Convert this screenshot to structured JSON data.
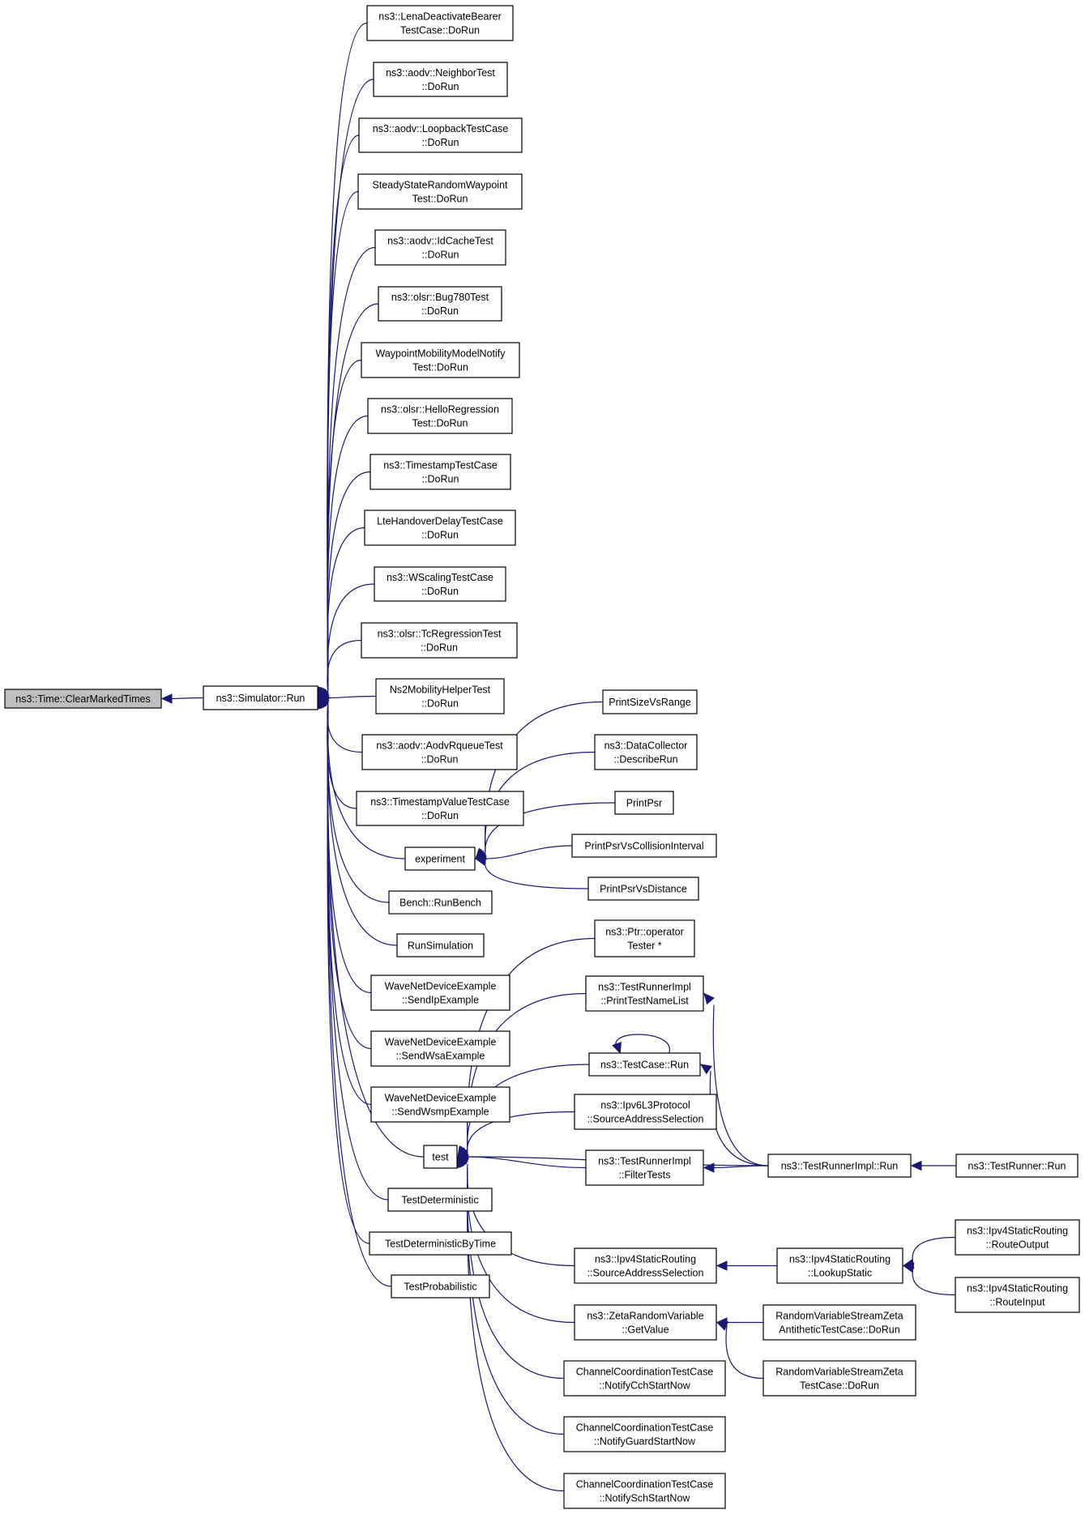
{
  "graph": {
    "nodes": [
      {
        "id": "clear",
        "lines": [
          "ns3::Time::ClearMarkedTimes"
        ]
      },
      {
        "id": "simrun",
        "lines": [
          "ns3::Simulator::Run"
        ]
      },
      {
        "id": "lena",
        "lines": [
          "ns3::LenaDeactivateBearer",
          "TestCase::DoRun"
        ]
      },
      {
        "id": "neigh",
        "lines": [
          "ns3::aodv::NeighborTest",
          "::DoRun"
        ]
      },
      {
        "id": "loop",
        "lines": [
          "ns3::aodv::LoopbackTestCase",
          "::DoRun"
        ]
      },
      {
        "id": "steady",
        "lines": [
          "SteadyStateRandomWaypoint",
          "Test::DoRun"
        ]
      },
      {
        "id": "idcache",
        "lines": [
          "ns3::aodv::IdCacheTest",
          "::DoRun"
        ]
      },
      {
        "id": "bug780",
        "lines": [
          "ns3::olsr::Bug780Test",
          "::DoRun"
        ]
      },
      {
        "id": "waypoint",
        "lines": [
          "WaypointMobilityModelNotify",
          "Test::DoRun"
        ]
      },
      {
        "id": "hello",
        "lines": [
          "ns3::olsr::HelloRegression",
          "Test::DoRun"
        ]
      },
      {
        "id": "tstamp",
        "lines": [
          "ns3::TimestampTestCase",
          "::DoRun"
        ]
      },
      {
        "id": "lteho",
        "lines": [
          "LteHandoverDelayTestCase",
          "::DoRun"
        ]
      },
      {
        "id": "wscale",
        "lines": [
          "ns3::WScalingTestCase",
          "::DoRun"
        ]
      },
      {
        "id": "tcreg",
        "lines": [
          "ns3::olsr::TcRegressionTest",
          "::DoRun"
        ]
      },
      {
        "id": "ns2mob",
        "lines": [
          "Ns2MobilityHelperTest",
          "::DoRun"
        ]
      },
      {
        "id": "rqueue",
        "lines": [
          "ns3::aodv::AodvRqueueTest",
          "::DoRun"
        ]
      },
      {
        "id": "tsval",
        "lines": [
          "ns3::TimestampValueTestCase",
          "::DoRun"
        ]
      },
      {
        "id": "experiment",
        "lines": [
          "experiment"
        ]
      },
      {
        "id": "bench",
        "lines": [
          "Bench::RunBench"
        ]
      },
      {
        "id": "runsim",
        "lines": [
          "RunSimulation"
        ]
      },
      {
        "id": "wnd_ip",
        "lines": [
          "WaveNetDeviceExample",
          "::SendIpExample"
        ]
      },
      {
        "id": "wnd_wsa",
        "lines": [
          "WaveNetDeviceExample",
          "::SendWsaExample"
        ]
      },
      {
        "id": "wnd_wsmp",
        "lines": [
          "WaveNetDeviceExample",
          "::SendWsmpExample"
        ]
      },
      {
        "id": "test",
        "lines": [
          "test"
        ]
      },
      {
        "id": "tdet",
        "lines": [
          "TestDeterministic"
        ]
      },
      {
        "id": "tdettime",
        "lines": [
          "TestDeterministicByTime"
        ]
      },
      {
        "id": "tprob",
        "lines": [
          "TestProbabilistic"
        ]
      },
      {
        "id": "psvr",
        "lines": [
          "PrintSizeVsRange"
        ]
      },
      {
        "id": "dcdesc",
        "lines": [
          "ns3::DataCollector",
          "::DescribeRun"
        ]
      },
      {
        "id": "ppsr",
        "lines": [
          "PrintPsr"
        ]
      },
      {
        "id": "ppsrci",
        "lines": [
          "PrintPsrVsCollisionInterval"
        ]
      },
      {
        "id": "ppsrd",
        "lines": [
          "PrintPsrVsDistance"
        ]
      },
      {
        "id": "ptrop",
        "lines": [
          "ns3::Ptr::operator",
          "Tester *"
        ]
      },
      {
        "id": "trprint",
        "lines": [
          "ns3::TestRunnerImpl",
          "::PrintTestNameList"
        ]
      },
      {
        "id": "tcrun",
        "lines": [
          "ns3::TestCase::Run"
        ]
      },
      {
        "id": "ipv6src",
        "lines": [
          "ns3::Ipv6L3Protocol",
          "::SourceAddressSelection"
        ]
      },
      {
        "id": "trfilter",
        "lines": [
          "ns3::TestRunnerImpl",
          "::FilterTests"
        ]
      },
      {
        "id": "trirun",
        "lines": [
          "ns3::TestRunnerImpl::Run"
        ]
      },
      {
        "id": "trrun",
        "lines": [
          "ns3::TestRunner::Run"
        ]
      },
      {
        "id": "ipv4src",
        "lines": [
          "ns3::Ipv4StaticRouting",
          "::SourceAddressSelection"
        ]
      },
      {
        "id": "lookup",
        "lines": [
          "ns3::Ipv4StaticRouting",
          "::LookupStatic"
        ]
      },
      {
        "id": "routeout",
        "lines": [
          "ns3::Ipv4StaticRouting",
          "::RouteOutput"
        ]
      },
      {
        "id": "routein",
        "lines": [
          "ns3::Ipv4StaticRouting",
          "::RouteInput"
        ]
      },
      {
        "id": "zeta",
        "lines": [
          "ns3::ZetaRandomVariable",
          "::GetValue"
        ]
      },
      {
        "id": "rvsza",
        "lines": [
          "RandomVariableStreamZeta",
          "AntitheticTestCase::DoRun"
        ]
      },
      {
        "id": "rvsz",
        "lines": [
          "RandomVariableStreamZeta",
          "TestCase::DoRun"
        ]
      },
      {
        "id": "ccch",
        "lines": [
          "ChannelCoordinationTestCase",
          "::NotifyCchStartNow"
        ]
      },
      {
        "id": "ccguard",
        "lines": [
          "ChannelCoordinationTestCase",
          "::NotifyGuardStartNow"
        ]
      },
      {
        "id": "ccsch",
        "lines": [
          "ChannelCoordinationTestCase",
          "::NotifySchStartNow"
        ]
      }
    ],
    "edges": [
      [
        "simrun",
        "clear"
      ],
      [
        "lena",
        "simrun"
      ],
      [
        "neigh",
        "simrun"
      ],
      [
        "loop",
        "simrun"
      ],
      [
        "steady",
        "simrun"
      ],
      [
        "idcache",
        "simrun"
      ],
      [
        "bug780",
        "simrun"
      ],
      [
        "waypoint",
        "simrun"
      ],
      [
        "hello",
        "simrun"
      ],
      [
        "tstamp",
        "simrun"
      ],
      [
        "lteho",
        "simrun"
      ],
      [
        "wscale",
        "simrun"
      ],
      [
        "tcreg",
        "simrun"
      ],
      [
        "ns2mob",
        "simrun"
      ],
      [
        "rqueue",
        "simrun"
      ],
      [
        "tsval",
        "simrun"
      ],
      [
        "experiment",
        "simrun"
      ],
      [
        "bench",
        "simrun"
      ],
      [
        "runsim",
        "simrun"
      ],
      [
        "wnd_ip",
        "simrun"
      ],
      [
        "wnd_wsa",
        "simrun"
      ],
      [
        "wnd_wsmp",
        "simrun"
      ],
      [
        "test",
        "simrun"
      ],
      [
        "tdet",
        "simrun"
      ],
      [
        "tdettime",
        "simrun"
      ],
      [
        "tprob",
        "simrun"
      ],
      [
        "psvr",
        "experiment"
      ],
      [
        "dcdesc",
        "experiment"
      ],
      [
        "ppsr",
        "experiment"
      ],
      [
        "ppsrci",
        "experiment"
      ],
      [
        "ppsrd",
        "experiment"
      ],
      [
        "ptrop",
        "test"
      ],
      [
        "trprint",
        "test"
      ],
      [
        "tcrun",
        "test"
      ],
      [
        "ipv6src",
        "test"
      ],
      [
        "trfilter",
        "test"
      ],
      [
        "trirun",
        "test"
      ],
      [
        "ipv4src",
        "test"
      ],
      [
        "zeta",
        "test"
      ],
      [
        "ccch",
        "test"
      ],
      [
        "ccguard",
        "test"
      ],
      [
        "ccsch",
        "test"
      ],
      [
        "tcrun",
        "tcrun"
      ],
      [
        "trirun",
        "trprint"
      ],
      [
        "trirun",
        "tcrun"
      ],
      [
        "trirun",
        "trfilter"
      ],
      [
        "trrun",
        "trirun"
      ],
      [
        "lookup",
        "ipv4src"
      ],
      [
        "routeout",
        "lookup"
      ],
      [
        "routein",
        "lookup"
      ],
      [
        "rvsza",
        "zeta"
      ],
      [
        "rvsz",
        "zeta"
      ]
    ]
  }
}
